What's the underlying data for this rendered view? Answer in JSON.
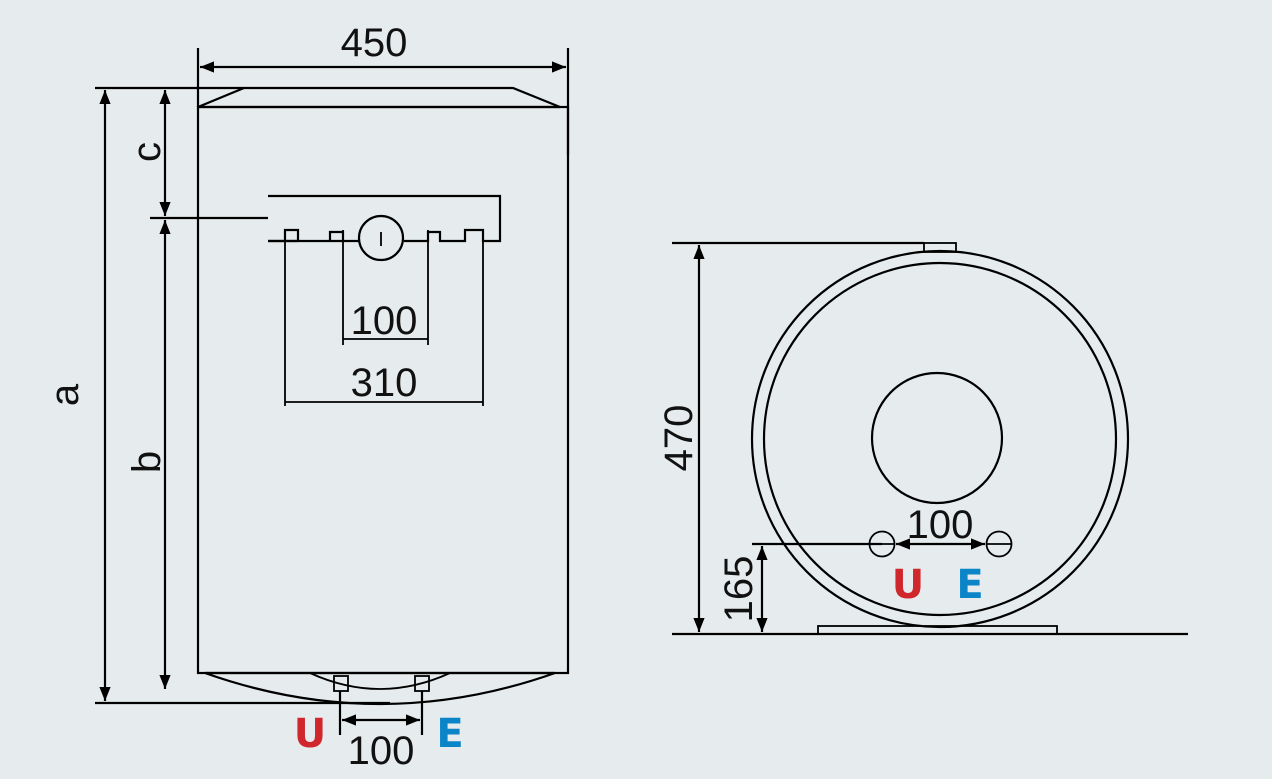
{
  "diagram": {
    "title": "Water heater dimensional drawing",
    "colors": {
      "background": "#e6eced",
      "hot_outlet": "#d0272d",
      "cold_inlet": "#0b85c8",
      "line": "#000000",
      "body_light": "#dde2e3",
      "body_dark": "#a8acad"
    },
    "front_view": {
      "width_label": "450",
      "height_a_label": "a",
      "height_b_label": "b",
      "height_c_label": "c",
      "bracket_inner_label": "100",
      "bracket_outer_label": "310",
      "pipe_spacing_label": "100",
      "hot_label": "U",
      "cold_label": "E"
    },
    "side_view": {
      "height_label": "470",
      "pipe_height_label": "165",
      "pipe_spacing_label": "100",
      "hot_label": "U",
      "cold_label": "E"
    }
  }
}
